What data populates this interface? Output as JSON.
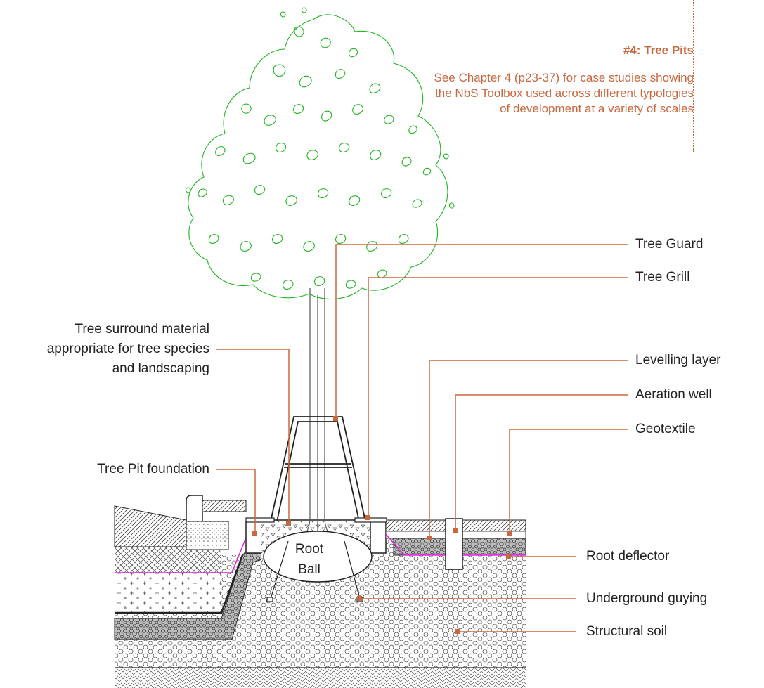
{
  "sidebar": {
    "title": "#4: Tree Pits",
    "description": "See Chapter 4 (p23-37) for case studies showing the NbS Toolbox used across different typologies of development at a variety of scales"
  },
  "labels": {
    "tree_guard": "Tree Guard",
    "tree_grill": "Tree Grill",
    "tree_surround": "Tree surround material appropriate for tree species and landscaping",
    "levelling_layer": "Levelling layer",
    "aeration_well": "Aeration well",
    "geotextile": "Geotextile",
    "tree_pit_foundation": "Tree Pit foundation",
    "root_deflector": "Root deflector",
    "underground_guying": "Underground guying",
    "structural_soil": "Structural soil",
    "root_ball_line1": "Root",
    "root_ball_line2": "Ball"
  },
  "colors": {
    "accent": "#c8683f",
    "foliage": "#1fb51f",
    "geotextile": "#e020e0",
    "line": "#222222"
  }
}
